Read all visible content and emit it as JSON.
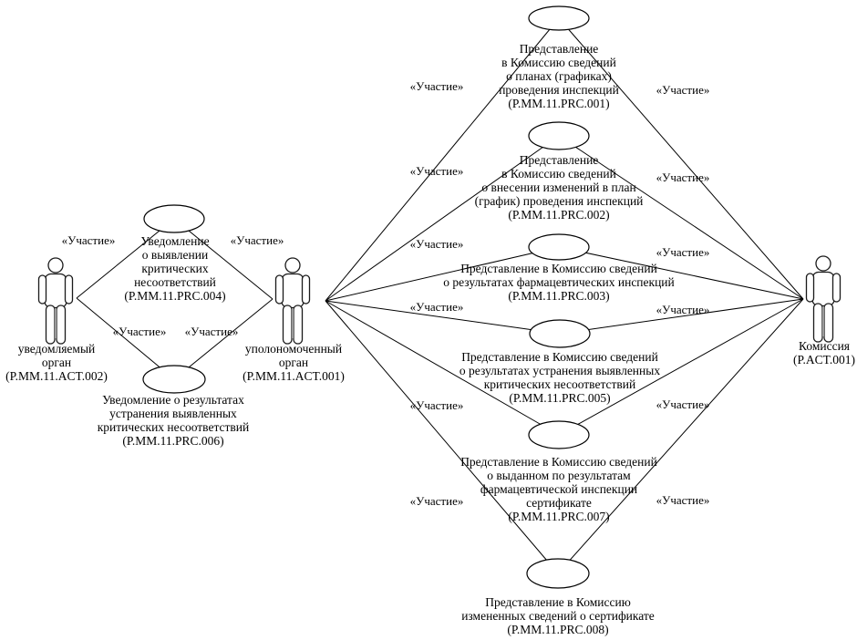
{
  "diagram": {
    "type": "uml-use-case",
    "stereotype_label": "«Участие»",
    "actors": {
      "notified_body": {
        "label": "уведомляемый\nорган\n(P.MM.11.ACT.002)"
      },
      "authorized_body": {
        "label": "уполономоченный\nорган\n(P.MM.11.ACT.001)"
      },
      "commission": {
        "label": "Комиссия\n(P.ACT.001)"
      }
    },
    "use_cases": {
      "prc001": {
        "label": "Представление\nв Комиссию сведений\nо планах (графиках)\nпроведения инспекций\n(P.MM.11.PRC.001)"
      },
      "prc002": {
        "label": "Представление\nв Комиссию сведений\nо внесении изменений в план\n(график) проведения инспекций\n(P.MM.11.PRC.002)"
      },
      "prc003": {
        "label": "Представление в Комиссию сведений\nо результатах фармацевтических инспекций\n(P.MM.11.PRC.003)"
      },
      "prc005": {
        "label": "Представление в Комиссию сведений\nо результатах устранения выявленных\nкритических несоответствий\n(P.MM.11.PRC.005)"
      },
      "prc007": {
        "label": "Представление в Комиссию сведений\nо выданном по результатам\nфармацевтической инспекции\nсертификате\n(P.MM.11.PRC.007)"
      },
      "prc008": {
        "label": "Представление в Комиссию\nизмененных сведений о сертификате\n(P.MM.11.PRC.008)"
      },
      "prc004": {
        "label": "Уведомление\nо выявлении\nкритических\nнесоответствий\n(P.MM.11.PRC.004)"
      },
      "prc006": {
        "label": "Уведомление о результатах\nустранения выявленных\nкритических несоответствий\n(P.MM.11.PRC.006)"
      }
    },
    "relationships": [
      {
        "from": "notified_body",
        "to": "prc004",
        "stereotype": "«Участие»"
      },
      {
        "from": "notified_body",
        "to": "prc006",
        "stereotype": "«Участие»"
      },
      {
        "from": "authorized_body",
        "to": "prc004",
        "stereotype": "«Участие»"
      },
      {
        "from": "authorized_body",
        "to": "prc006",
        "stereotype": "«Участие»"
      },
      {
        "from": "authorized_body",
        "to": "prc001",
        "stereotype": "«Участие»"
      },
      {
        "from": "authorized_body",
        "to": "prc002",
        "stereotype": "«Участие»"
      },
      {
        "from": "authorized_body",
        "to": "prc003",
        "stereotype": "«Участие»"
      },
      {
        "from": "authorized_body",
        "to": "prc005",
        "stereotype": "«Участие»"
      },
      {
        "from": "authorized_body",
        "to": "prc007",
        "stereotype": "«Участие»"
      },
      {
        "from": "authorized_body",
        "to": "prc008",
        "stereotype": "«Участие»"
      },
      {
        "from": "prc001",
        "to": "commission",
        "stereotype": "«Участие»"
      },
      {
        "from": "prc002",
        "to": "commission",
        "stereotype": "«Участие»"
      },
      {
        "from": "prc003",
        "to": "commission",
        "stereotype": "«Участие»"
      },
      {
        "from": "prc005",
        "to": "commission",
        "stereotype": "«Участие»"
      },
      {
        "from": "prc007",
        "to": "commission",
        "stereotype": "«Участие»"
      },
      {
        "from": "prc008",
        "to": "commission",
        "stereotype": "«Участие»"
      }
    ],
    "colors": {
      "background": "#ffffff",
      "line": "#000000",
      "text": "#000000"
    }
  }
}
